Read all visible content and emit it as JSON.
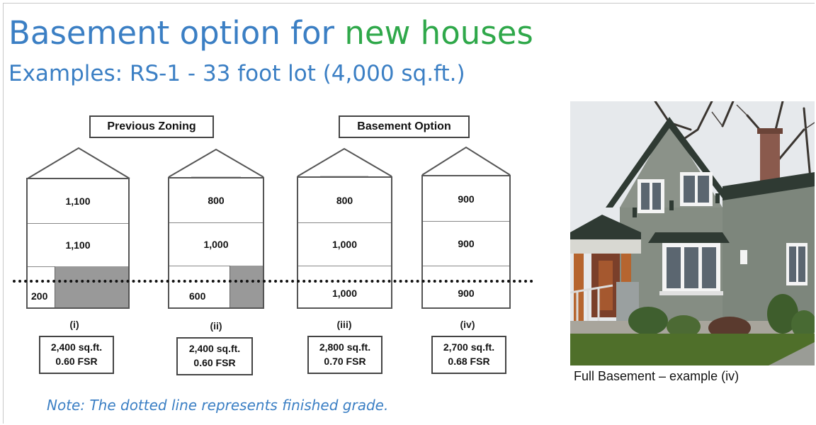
{
  "slide": {
    "title_main": "Basement option for ",
    "title_accent": "new houses",
    "subtitle": "Examples: RS-1 - 33 foot lot (4,000 sq.ft.)",
    "previous_label": "Previous Zoning",
    "basement_label": "Basement Option",
    "note": "Note: The dotted line represents finished grade.",
    "caption": "Full Basement – example (iv)",
    "colors": {
      "title": "#3b7fc4",
      "accent": "#2fa84a",
      "shaded_basement": "#999999"
    }
  },
  "houses": [
    {
      "roman": "(i)",
      "upper": "1,100",
      "main": "1,100",
      "basement": "200",
      "sqft": "2,400 sq.ft.",
      "fsr": "0.60 FSR"
    },
    {
      "roman": "(ii)",
      "upper": "800",
      "main": "1,000",
      "basement": "600",
      "sqft": "2,400 sq.ft.",
      "fsr": "0.60 FSR"
    },
    {
      "roman": "(iii)",
      "upper": "800",
      "main": "1,000",
      "basement": "1,000",
      "sqft": "2,800 sq.ft.",
      "fsr": "0.70 FSR"
    },
    {
      "roman": "(iv)",
      "upper": "900",
      "main": "900",
      "basement": "900",
      "sqft": "2,700 sq.ft.",
      "fsr": "0.68 FSR"
    }
  ]
}
